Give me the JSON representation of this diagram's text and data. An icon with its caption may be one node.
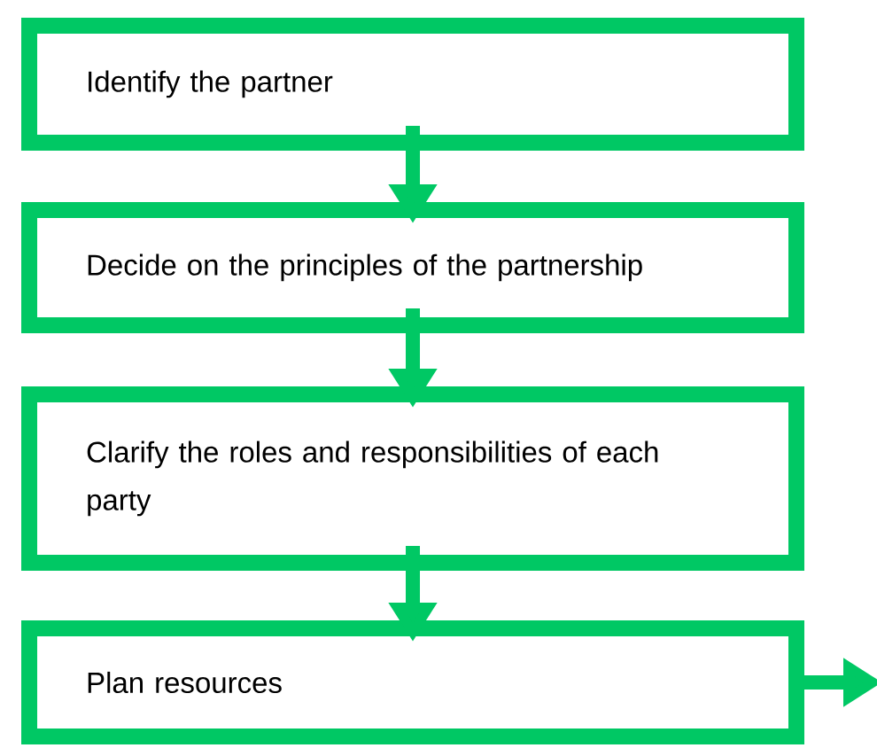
{
  "diagram": {
    "nodes": [
      {
        "text": [
          "Identify the partner"
        ]
      },
      {
        "text": [
          "Decide on the principles of the partnership"
        ]
      },
      {
        "text": [
          "Clarify the roles and responsibilities of each party"
        ]
      },
      {
        "text": [
          "Plan resources"
        ]
      }
    ],
    "edges": [
      {
        "from": 0,
        "to": 1,
        "arrow": "to"
      },
      {
        "from": 1,
        "to": 2,
        "arrow": "to"
      },
      {
        "from": 2,
        "to": 3,
        "arrow": "to"
      },
      {
        "from": 3,
        "to": null,
        "arrow": "to"
      }
    ]
  }
}
